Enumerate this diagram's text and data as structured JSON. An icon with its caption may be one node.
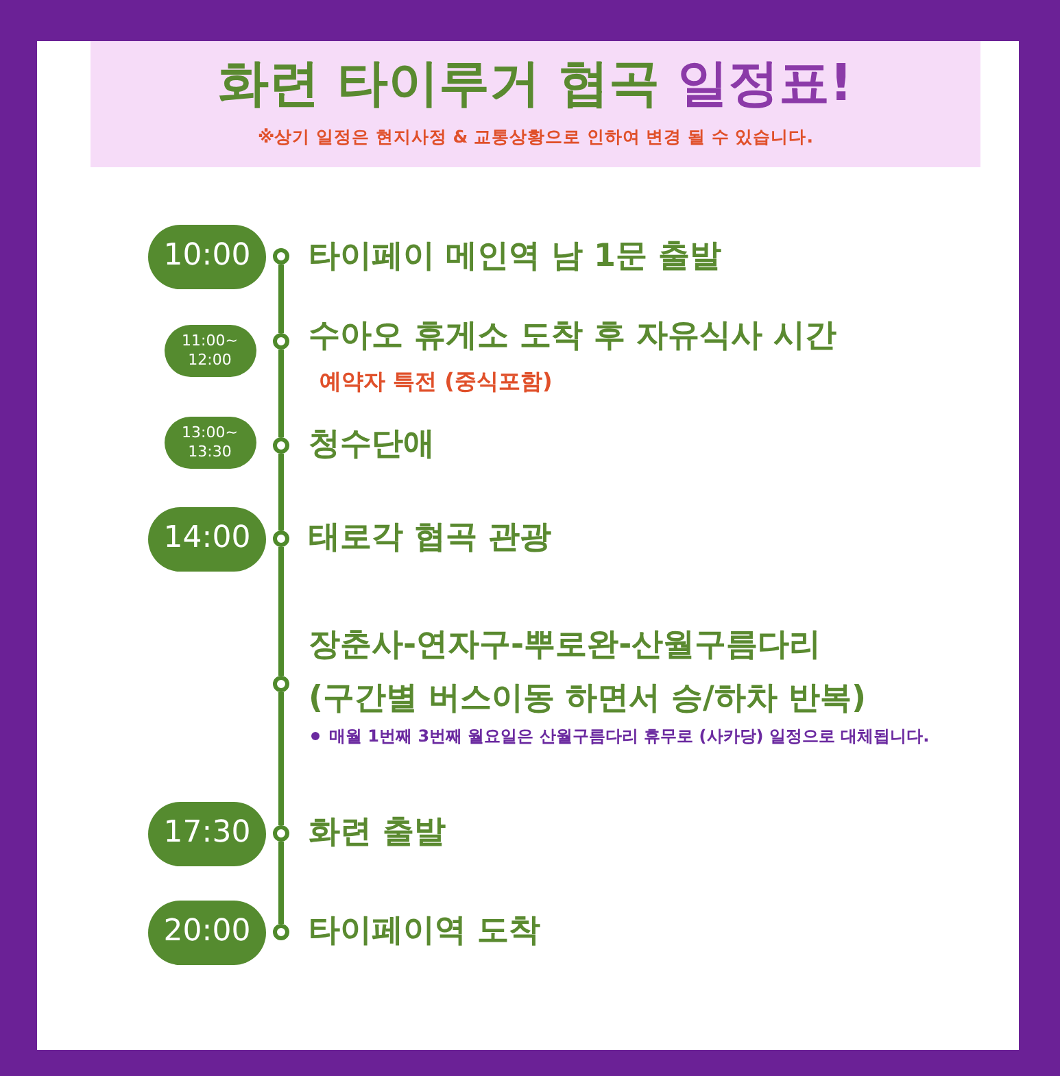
{
  "diagram": {
    "title": "화련 타이루거 협곡 일정표!",
    "nodes": [
      {
        "text": [
          "10:00"
        ]
      },
      {
        "text": [],
        "shape": "circle",
        "beside": [
          "타이페이 메인역 남 1문 출발"
        ]
      },
      {
        "text": [
          "11:00~ 12:00"
        ]
      },
      {
        "text": [],
        "shape": "circle",
        "beside": [
          "수아오 휴게소 도착 후 자유식사 시간",
          "예약자 특전 (중식포함)"
        ]
      },
      {
        "text": [
          "13:00~ 13:30"
        ]
      },
      {
        "text": [],
        "shape": "circle",
        "beside": [
          "청수단애"
        ]
      },
      {
        "text": [
          "14:00"
        ]
      },
      {
        "text": [],
        "shape": "circle",
        "beside": [
          "태로각 협곡 관광"
        ]
      },
      {
        "text": [],
        "shape": "circle",
        "beside": [
          "장춘사-연자구-뿌로완-산월구름다리 (구간별 버스이동 하면서 승/하차 반복)",
          "매월 1번째 3번째 월요일은 산월구름다리 휴무로 (사카당) 일정으로 대체됩니다."
        ]
      },
      {
        "text": [
          "17:30"
        ]
      },
      {
        "text": [],
        "shape": "circle",
        "beside": [
          "화련 출발"
        ]
      },
      {
        "text": [
          "20:00"
        ]
      },
      {
        "text": [],
        "shape": "circle",
        "beside": [
          "타이페이역 도착"
        ]
      }
    ],
    "edges": [
      {
        "from": 1,
        "to": 3,
        "arrow": "none"
      },
      {
        "from": 3,
        "to": 5,
        "arrow": "none"
      },
      {
        "from": 5,
        "to": 7,
        "arrow": "none"
      },
      {
        "from": 7,
        "to": 8,
        "arrow": "none"
      },
      {
        "from": 8,
        "to": 10,
        "arrow": "none"
      },
      {
        "from": 10,
        "to": 12,
        "arrow": "none"
      }
    ],
    "labels": [
      "※상기 일정은 현지사정 & 교통상황으로 인하여 변경 될 수 있습니다."
    ]
  }
}
